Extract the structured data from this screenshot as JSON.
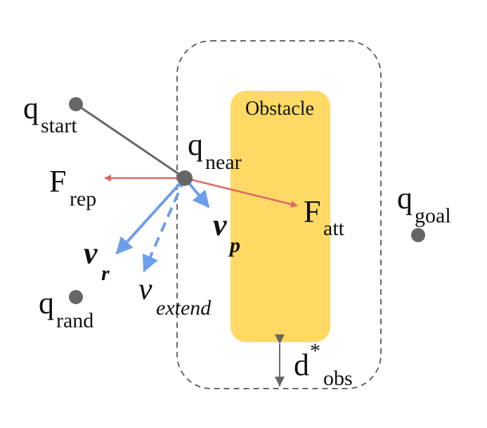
{
  "colors": {
    "obstacle_fill": "#FFD966",
    "repulsive_arrow": "#E06666",
    "attractive_arrow": "#E06666",
    "velocity_arrow": "#6D9EEB",
    "point": "#666666",
    "edge": "#666666",
    "boundary": "#666666",
    "distance_arrow": "#666666"
  },
  "icons": {
    "point": "filled-circle",
    "arrow": "arrowhead"
  },
  "labels": {
    "obstacle": "Obstacle",
    "q": "q",
    "start": "start",
    "near": "near",
    "rand": "rand",
    "goal": "goal",
    "F": "F",
    "rep": "rep",
    "att": "att",
    "v": "v",
    "r": "r",
    "p": "p",
    "extend": "extend",
    "d": "d",
    "star": "*",
    "obs": "obs"
  }
}
